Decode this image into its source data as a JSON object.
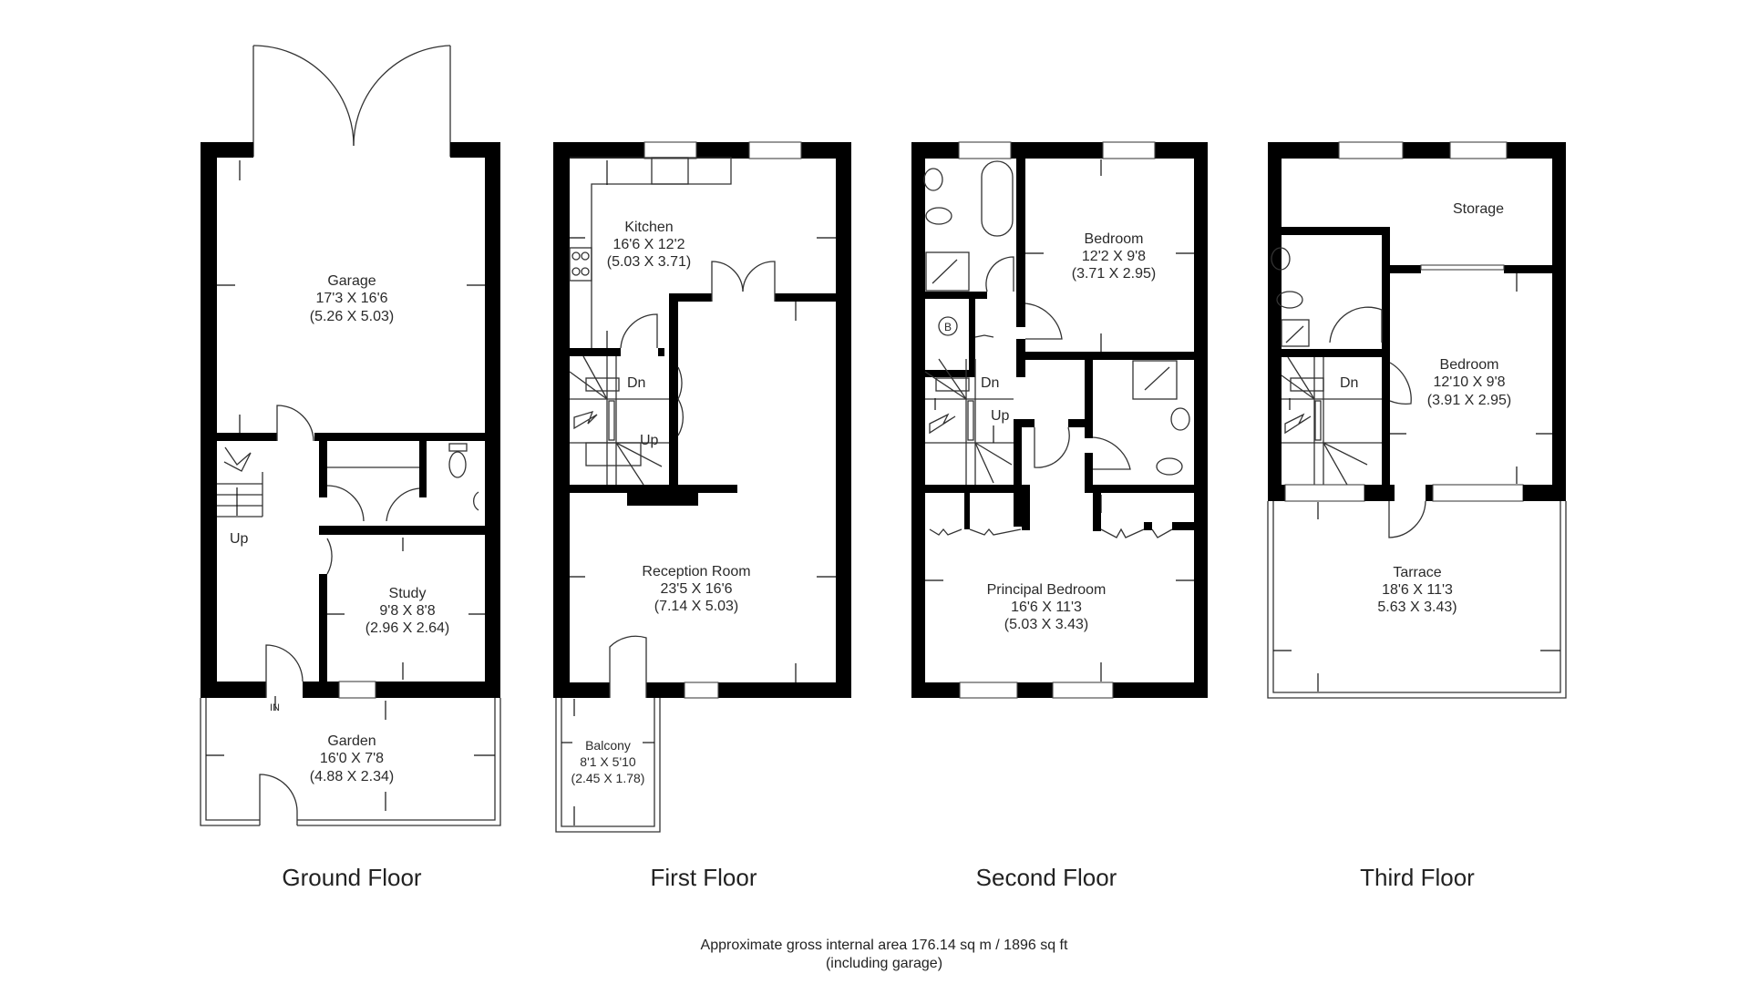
{
  "floors": [
    {
      "title": "Ground Floor",
      "rooms": [
        {
          "name": "Garage",
          "imperial": "17'3 X 16'6",
          "metric": "(5.26 X 5.03)"
        },
        {
          "name": "Study",
          "imperial": "9'8 X 8'8",
          "metric": "(2.96 X 2.64)"
        },
        {
          "name": "Garden",
          "imperial": "16'0 X 7'8",
          "metric": "(4.88 X 2.34)"
        }
      ],
      "labels": {
        "stairs": "Up",
        "entrance": "IN"
      }
    },
    {
      "title": "First Floor",
      "rooms": [
        {
          "name": "Kitchen",
          "imperial": "16'6 X 12'2",
          "metric": "(5.03 X 3.71)"
        },
        {
          "name": "Reception Room",
          "imperial": "23'5 X 16'6",
          "metric": "(7.14 X 5.03)"
        },
        {
          "name": "Balcony",
          "imperial": "8'1 X 5'10",
          "metric": "(2.45 X 1.78)"
        }
      ],
      "labels": {
        "stairs_down": "Dn",
        "stairs_up": "Up"
      }
    },
    {
      "title": "Second Floor",
      "rooms": [
        {
          "name": "Bedroom",
          "imperial": "12'2 X 9'8",
          "metric": "(3.71 X 2.95)"
        },
        {
          "name": "Principal Bedroom",
          "imperial": "16'6 X 11'3",
          "metric": "(5.03 X 3.43)"
        }
      ],
      "labels": {
        "stairs_down": "Dn",
        "stairs_up": "Up",
        "boiler": "B"
      }
    },
    {
      "title": "Third Floor",
      "rooms": [
        {
          "name": "Storage",
          "imperial": "",
          "metric": ""
        },
        {
          "name": "Bedroom",
          "imperial": "12'10 X 9'8",
          "metric": "(3.91 X 2.95)"
        },
        {
          "name": "Tarrace",
          "imperial": "18'6 X 11'3",
          "metric": "5.63 X 3.43)"
        }
      ],
      "labels": {
        "stairs_down": "Dn"
      }
    }
  ],
  "footer": {
    "area": "Approximate gross internal area 176.14 sq m / 1896 sq ft",
    "note": "(including garage)"
  }
}
